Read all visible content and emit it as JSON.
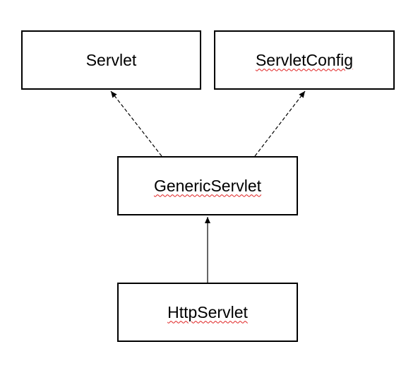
{
  "nodes": {
    "servlet": {
      "label": "Servlet"
    },
    "servlet_config": {
      "label": "ServletConfig"
    },
    "generic_servlet": {
      "label": "GenericServlet"
    },
    "http_servlet": {
      "label": "HttpServlet"
    }
  },
  "edges": [
    {
      "from": "GenericServlet",
      "to": "Servlet",
      "style": "dashed",
      "arrow": "filled"
    },
    {
      "from": "GenericServlet",
      "to": "ServletConfig",
      "style": "dashed",
      "arrow": "filled"
    },
    {
      "from": "HttpServlet",
      "to": "GenericServlet",
      "style": "solid",
      "arrow": "filled"
    }
  ],
  "colors": {
    "line": "#000000",
    "spellcheck_underline": "#e02020"
  }
}
